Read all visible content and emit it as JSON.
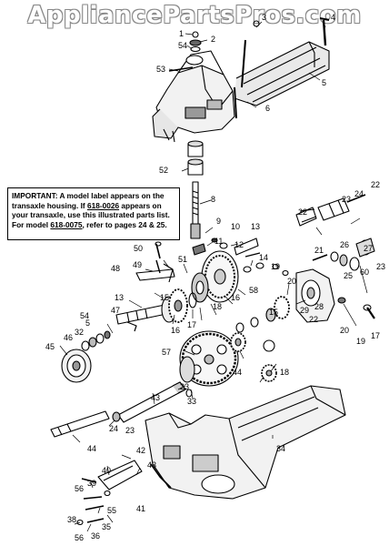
{
  "watermark": "AppliancePartsPros.com",
  "notice": {
    "lead": "IMPORTANT:",
    "part1": " A model label appears on the transaxle housing. If ",
    "model1": "618-0026",
    "part2": " appears on your transaxle, use this illustrated parts list. For model ",
    "model2": "618-0075",
    "part3": ", refer to pages 24 & 25."
  },
  "callouts": [
    {
      "id": "1",
      "name": "callout-1"
    },
    {
      "id": "2",
      "name": "callout-2"
    },
    {
      "id": "3",
      "name": "callout-3"
    },
    {
      "id": "4",
      "name": "callout-4"
    },
    {
      "id": "54",
      "name": "callout-54-top"
    },
    {
      "id": "53",
      "name": "callout-53"
    },
    {
      "id": "5",
      "name": "callout-5"
    },
    {
      "id": "6",
      "name": "callout-6"
    },
    {
      "id": "52",
      "name": "callout-52"
    },
    {
      "id": "8",
      "name": "callout-8"
    },
    {
      "id": "9",
      "name": "callout-9"
    },
    {
      "id": "10",
      "name": "callout-10"
    },
    {
      "id": "11",
      "name": "callout-11"
    },
    {
      "id": "12",
      "name": "callout-12"
    },
    {
      "id": "13",
      "name": "callout-13-right"
    },
    {
      "id": "14",
      "name": "callout-14"
    },
    {
      "id": "50",
      "name": "callout-50"
    },
    {
      "id": "49",
      "name": "callout-49"
    },
    {
      "id": "48",
      "name": "callout-48"
    },
    {
      "id": "51",
      "name": "callout-51"
    },
    {
      "id": "58",
      "name": "callout-58"
    },
    {
      "id": "16",
      "name": "callout-16-right"
    },
    {
      "id": "22",
      "name": "callout-22-top"
    },
    {
      "id": "23",
      "name": "callout-23-top"
    },
    {
      "id": "24",
      "name": "callout-24-top"
    },
    {
      "id": "22",
      "name": "callout-22-mid"
    },
    {
      "id": "21",
      "name": "callout-21"
    },
    {
      "id": "26",
      "name": "callout-26"
    },
    {
      "id": "27",
      "name": "callout-27"
    },
    {
      "id": "23",
      "name": "callout-23-right"
    },
    {
      "id": "25",
      "name": "callout-25"
    },
    {
      "id": "60",
      "name": "callout-60"
    },
    {
      "id": "19",
      "name": "callout-19-top"
    },
    {
      "id": "20",
      "name": "callout-20-top"
    },
    {
      "id": "22",
      "name": "callout-22-low"
    },
    {
      "id": "28",
      "name": "callout-28"
    },
    {
      "id": "29",
      "name": "callout-29"
    },
    {
      "id": "15",
      "name": "callout-15-right"
    },
    {
      "id": "13",
      "name": "callout-13-left"
    },
    {
      "id": "15",
      "name": "callout-15-left"
    },
    {
      "id": "16",
      "name": "callout-16-left"
    },
    {
      "id": "17",
      "name": "callout-17"
    },
    {
      "id": "18",
      "name": "callout-18-top"
    },
    {
      "id": "47",
      "name": "callout-47"
    },
    {
      "id": "5",
      "name": "callout-5-left"
    },
    {
      "id": "54",
      "name": "callout-54-left"
    },
    {
      "id": "32",
      "name": "callout-32"
    },
    {
      "id": "46",
      "name": "callout-46"
    },
    {
      "id": "45",
      "name": "callout-45"
    },
    {
      "id": "57",
      "name": "callout-57"
    },
    {
      "id": "44",
      "name": "callout-44-mid"
    },
    {
      "id": "18",
      "name": "callout-18-low"
    },
    {
      "id": "20",
      "name": "callout-20-low"
    },
    {
      "id": "19",
      "name": "callout-19-low"
    },
    {
      "id": "17",
      "name": "callout-17-low"
    },
    {
      "id": "23",
      "name": "callout-23-center"
    },
    {
      "id": "33",
      "name": "callout-33"
    },
    {
      "id": "43",
      "name": "callout-43"
    },
    {
      "id": "24",
      "name": "callout-24-low"
    },
    {
      "id": "23",
      "name": "callout-23-low"
    },
    {
      "id": "44",
      "name": "callout-44-low"
    },
    {
      "id": "34",
      "name": "callout-34"
    },
    {
      "id": "42",
      "name": "callout-42"
    },
    {
      "id": "43",
      "name": "callout-43-low"
    },
    {
      "id": "40",
      "name": "callout-40"
    },
    {
      "id": "56",
      "name": "callout-56-top"
    },
    {
      "id": "39",
      "name": "callout-39"
    },
    {
      "id": "55",
      "name": "callout-55"
    },
    {
      "id": "41",
      "name": "callout-41"
    },
    {
      "id": "38",
      "name": "callout-38"
    },
    {
      "id": "35",
      "name": "callout-35"
    },
    {
      "id": "36",
      "name": "callout-36"
    },
    {
      "id": "56",
      "name": "callout-56-low"
    }
  ]
}
